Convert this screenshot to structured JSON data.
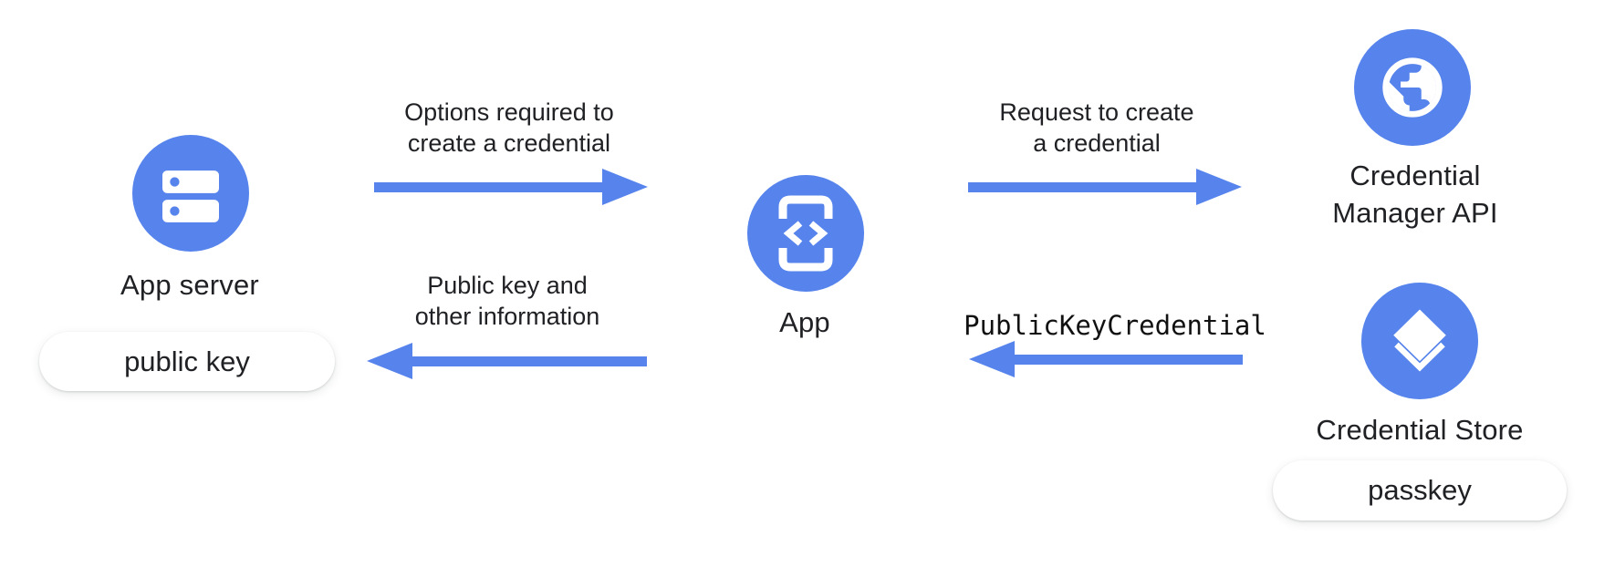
{
  "colors": {
    "accent": "#5684EC",
    "text": "#202124",
    "background": "#ffffff",
    "pill_background": "#ffffff"
  },
  "nodes": {
    "app_server": {
      "label": "App server",
      "icon": "server-icon",
      "badge": "public key"
    },
    "app": {
      "label": "App",
      "icon": "phone-code-icon"
    },
    "credential_manager_api": {
      "label_line1": "Credential",
      "label_line2": "Manager API",
      "icon": "globe-icon"
    },
    "credential_store": {
      "label": "Credential Store",
      "icon": "layers-icon",
      "badge": "passkey"
    }
  },
  "arrows": {
    "options": {
      "direction": "right",
      "from": "App server",
      "to": "App",
      "label_line1": "Options required to",
      "label_line2": "create a credential"
    },
    "request": {
      "direction": "right",
      "from": "App",
      "to": "Credential Manager API",
      "label_line1": "Request to create",
      "label_line2": "a credential"
    },
    "public_key_credential": {
      "direction": "left",
      "from": "Credential Store",
      "to": "App",
      "label": "PublicKeyCredential",
      "style": "monospace"
    },
    "public_key_info": {
      "direction": "left",
      "from": "App",
      "to": "App server",
      "label_line1": "Public key and",
      "label_line2": "other information"
    }
  }
}
